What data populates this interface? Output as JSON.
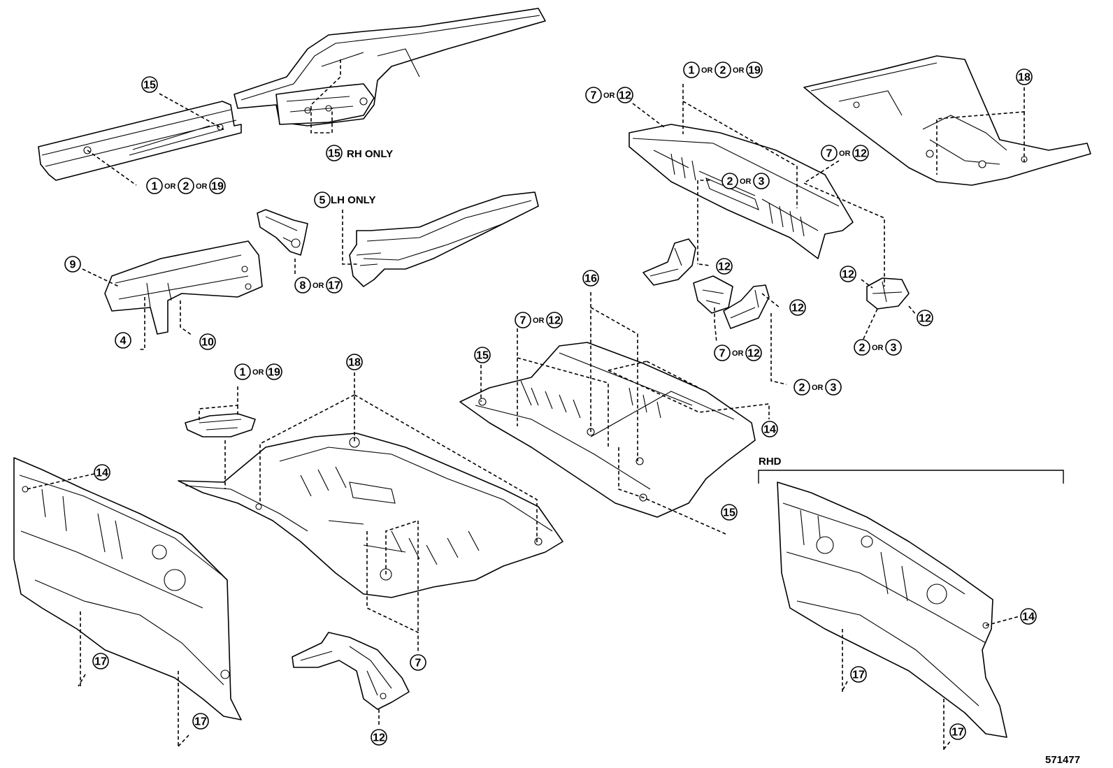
{
  "drawing_number": "571477",
  "separator": "OR",
  "notes": {
    "rh_only": "RH ONLY",
    "lh_only": "LH ONLY",
    "rhd": "RHD"
  },
  "callout_numbers": [
    "1",
    "2",
    "3",
    "4",
    "5",
    "7",
    "8",
    "9",
    "10",
    "12",
    "14",
    "15",
    "16",
    "17",
    "18",
    "19"
  ],
  "callouts": [
    {
      "label": "15"
    },
    {
      "label": "1 OR 2 OR 19"
    },
    {
      "label": "15 RH ONLY"
    },
    {
      "label": "5 LH ONLY"
    },
    {
      "label": "8 OR 17"
    },
    {
      "label": "9"
    },
    {
      "label": "4"
    },
    {
      "label": "10"
    },
    {
      "label": "1 OR 2 OR 19"
    },
    {
      "label": "7 OR 12"
    },
    {
      "label": "18"
    },
    {
      "label": "7 OR 12"
    },
    {
      "label": "2 OR 3"
    },
    {
      "label": "12"
    },
    {
      "label": "12"
    },
    {
      "label": "7 OR 12"
    },
    {
      "label": "12"
    },
    {
      "label": "12"
    },
    {
      "label": "2 OR 3"
    },
    {
      "label": "2 OR 3"
    },
    {
      "label": "16"
    },
    {
      "label": "7 OR 12"
    },
    {
      "label": "15"
    },
    {
      "label": "14"
    },
    {
      "label": "15"
    },
    {
      "label": "1 OR 19"
    },
    {
      "label": "18"
    },
    {
      "label": "14"
    },
    {
      "label": "17"
    },
    {
      "label": "17"
    },
    {
      "label": "7"
    },
    {
      "label": "12"
    },
    {
      "label": "14"
    },
    {
      "label": "17"
    },
    {
      "label": "17"
    }
  ]
}
